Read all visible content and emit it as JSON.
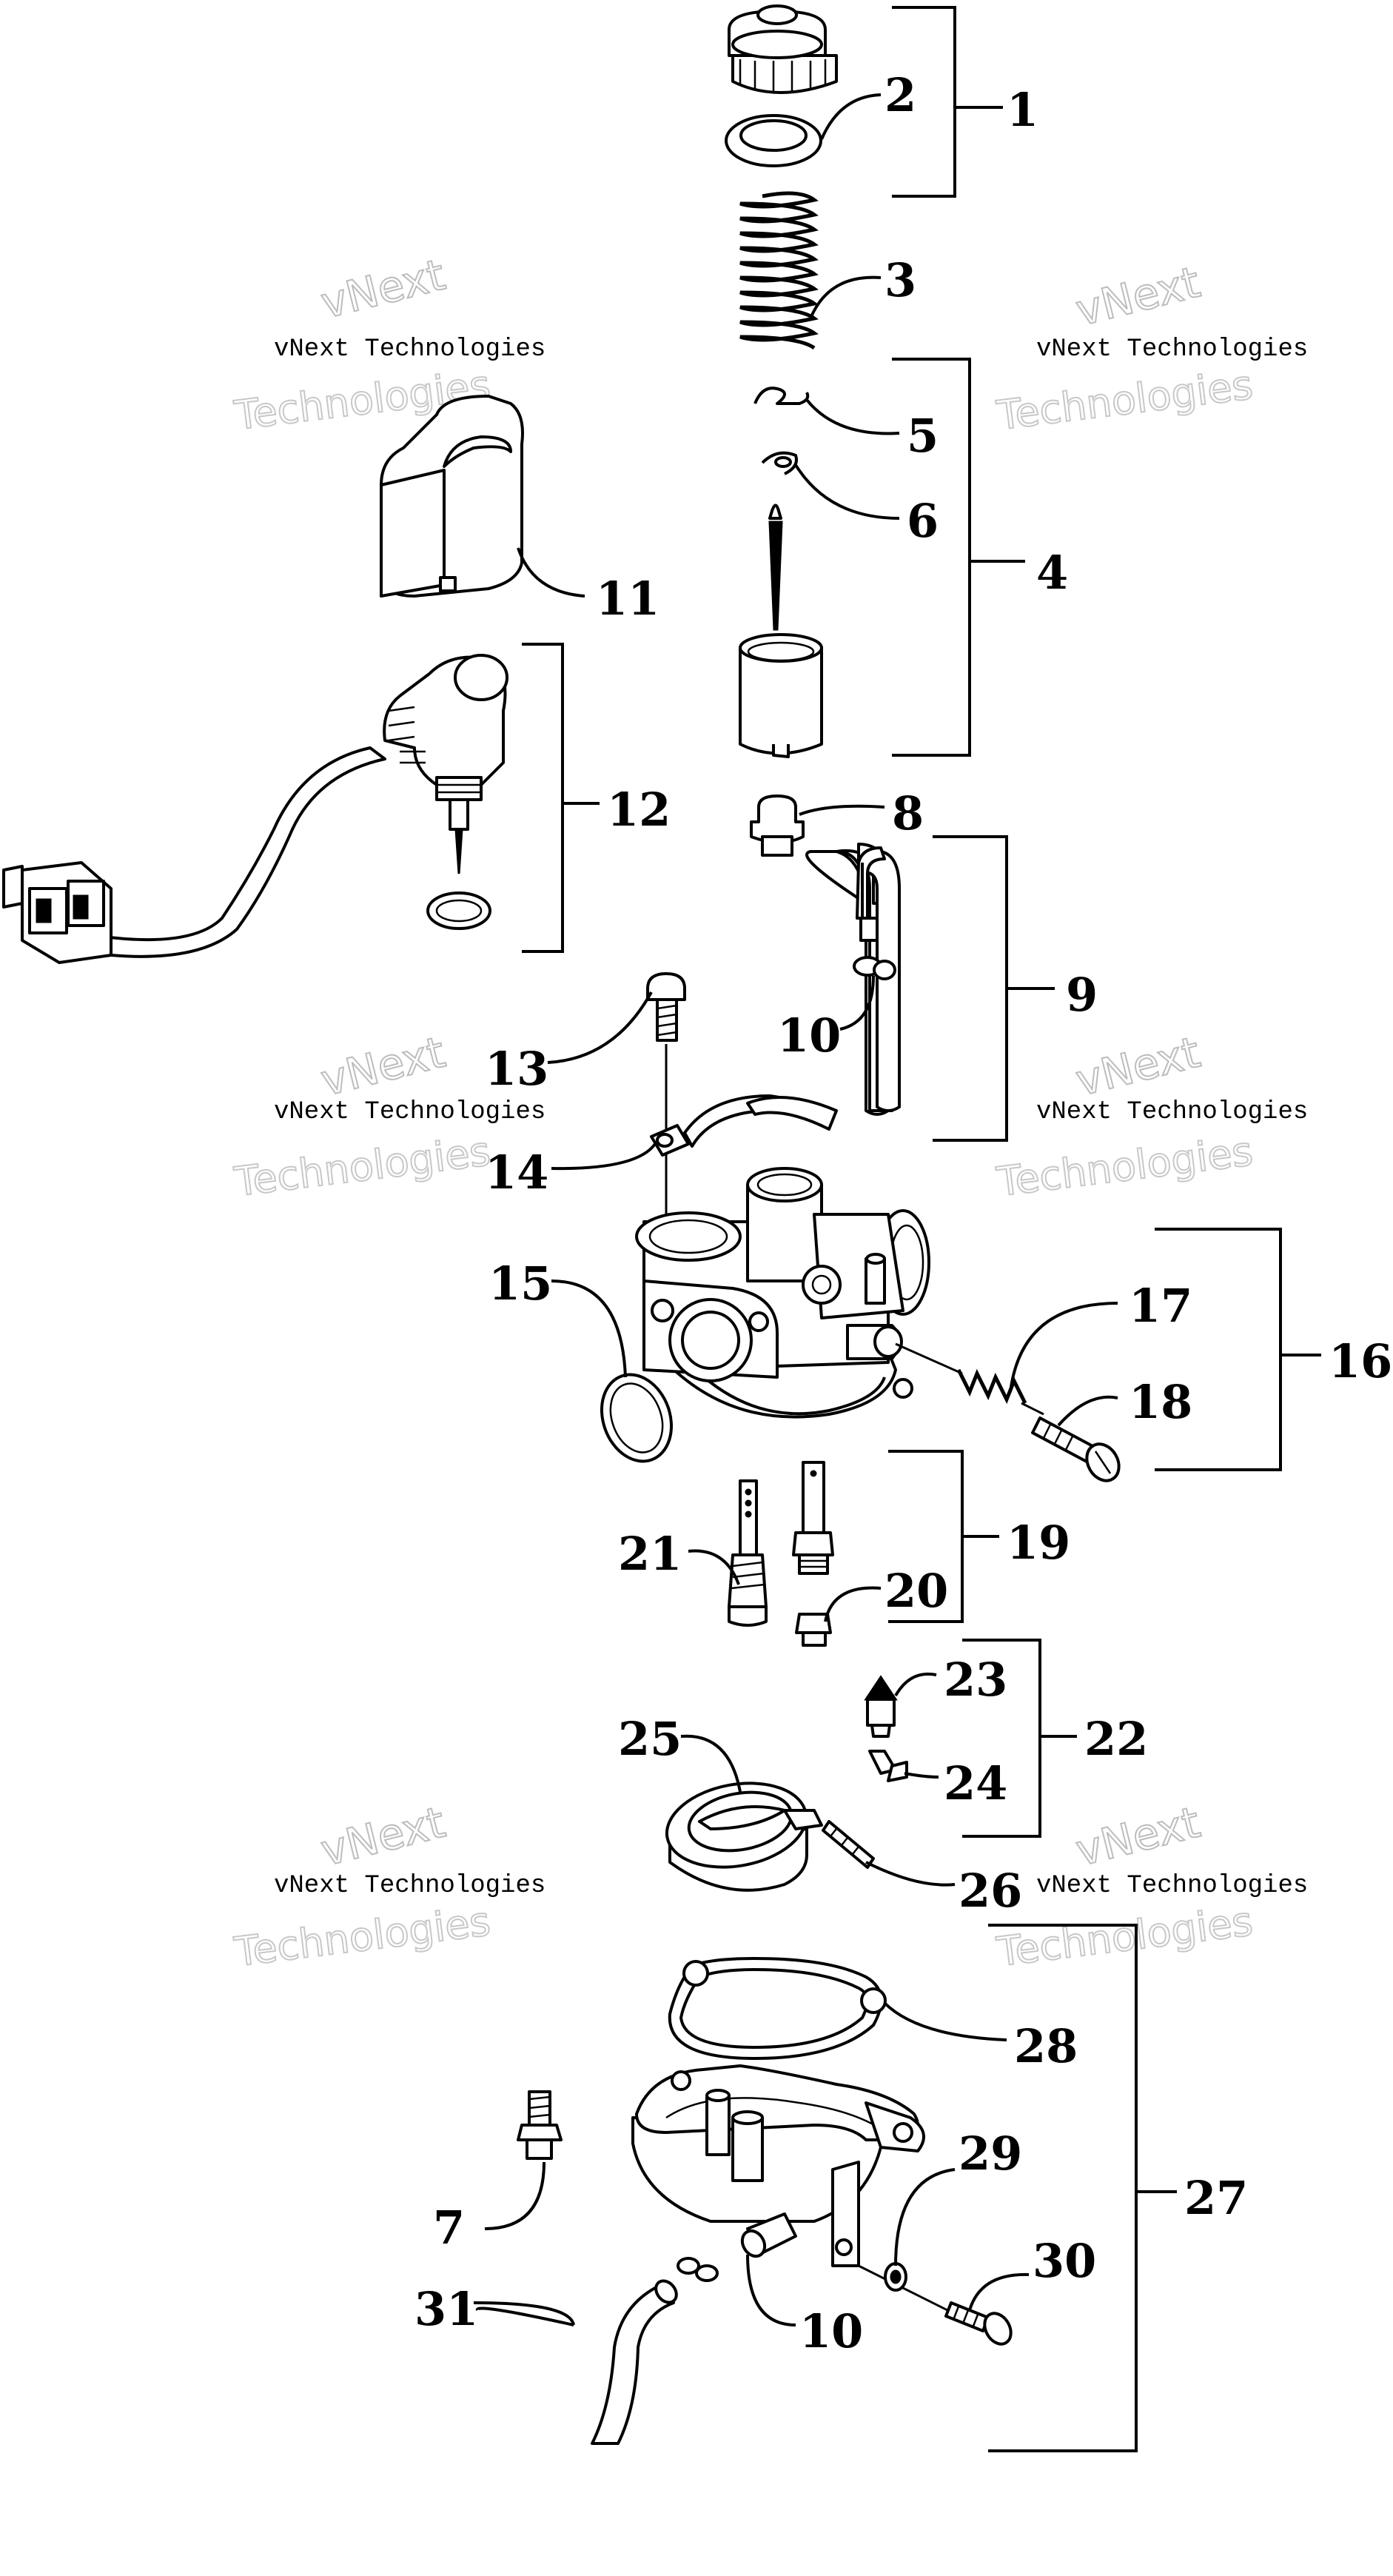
{
  "watermark": {
    "line1": "vNext Technologies",
    "line2": "vNext",
    "line3": "Technologies"
  },
  "callouts": [
    "1",
    "2",
    "3",
    "4",
    "5",
    "6",
    "7",
    "8",
    "9",
    "10",
    "10",
    "11",
    "12",
    "13",
    "14",
    "15",
    "16",
    "17",
    "18",
    "19",
    "20",
    "21",
    "22",
    "23",
    "24",
    "25",
    "26",
    "27",
    "28",
    "29",
    "30",
    "31"
  ],
  "icons": [
    "cap",
    "washer",
    "spring",
    "clip",
    "e-clip",
    "needle",
    "slide",
    "nut",
    "hose",
    "hose-clip",
    "choke-cover",
    "choke-unit",
    "screw",
    "clamp",
    "o-ring",
    "carb-body",
    "idle-spring",
    "idle-screw",
    "main-jet",
    "pilot-jet",
    "float-needle",
    "needle-clip",
    "float",
    "float-pin",
    "bowl-gasket",
    "float-bowl",
    "bowl-screw",
    "drain-plug",
    "drain-hose"
  ]
}
